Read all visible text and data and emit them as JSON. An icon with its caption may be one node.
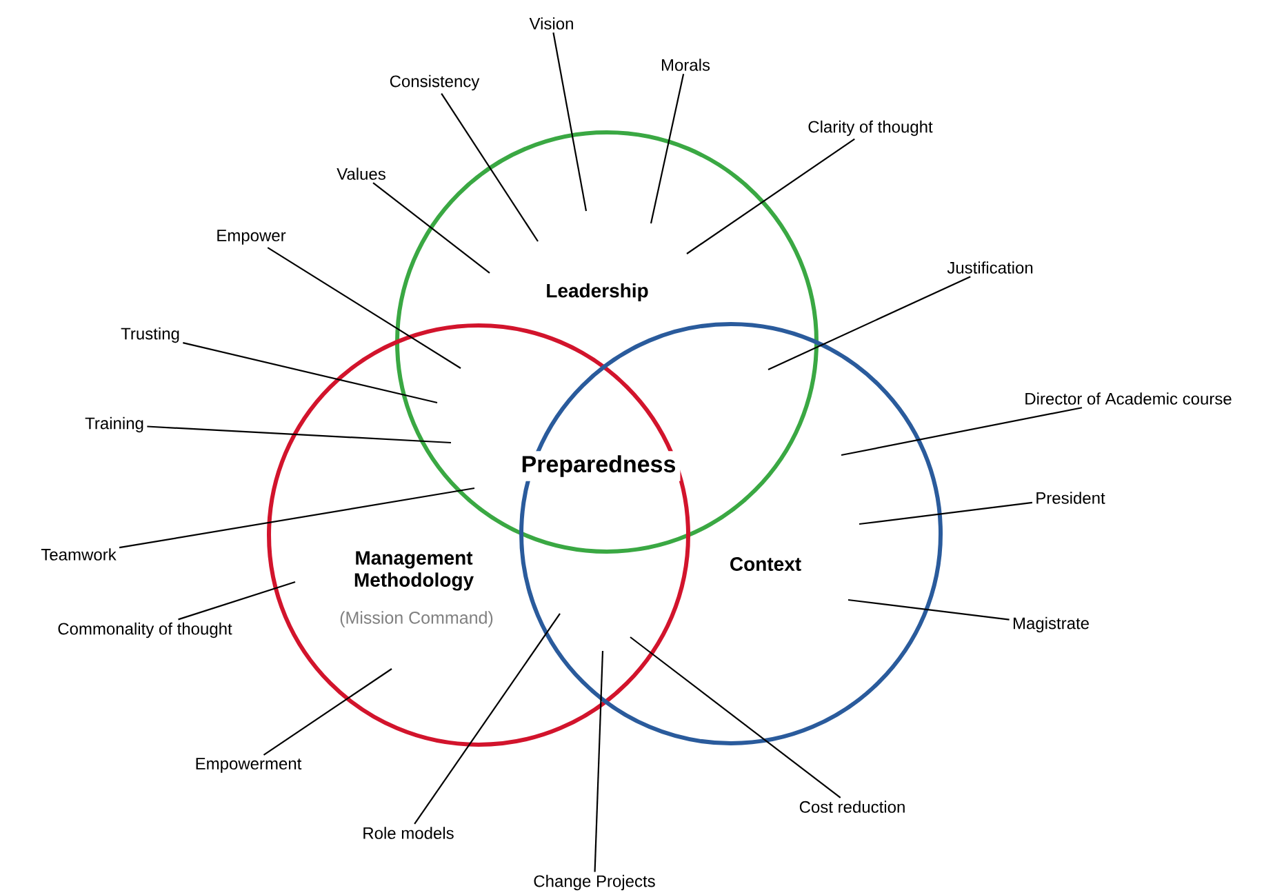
{
  "diagram": {
    "nodes": [
      {
        "text": [
          "Leadership"
        ]
      },
      {
        "text": [
          "Management Methodology",
          "(Mission Command)"
        ]
      },
      {
        "text": [
          "Context"
        ]
      },
      {
        "text": [
          "Vision"
        ]
      },
      {
        "text": [
          "Morals"
        ]
      },
      {
        "text": [
          "Consistency"
        ]
      },
      {
        "text": [
          "Clarity of thought"
        ]
      },
      {
        "text": [
          "Values"
        ]
      },
      {
        "text": [
          "Empower"
        ]
      },
      {
        "text": [
          "Justification"
        ]
      },
      {
        "text": [
          "Trusting"
        ]
      },
      {
        "text": [
          "Training"
        ]
      },
      {
        "text": [
          "Director of Academic course"
        ]
      },
      {
        "text": [
          "President"
        ]
      },
      {
        "text": [
          "Teamwork"
        ]
      },
      {
        "text": [
          "Magistrate"
        ]
      },
      {
        "text": [
          "Commonality of thought"
        ]
      },
      {
        "text": [
          "Empowerment"
        ]
      },
      {
        "text": [
          "Cost reduction"
        ]
      },
      {
        "text": [
          "Role models"
        ]
      },
      {
        "text": [
          "Change Projects"
        ]
      }
    ],
    "edges": [
      {
        "from": 3,
        "to": 0,
        "arrow": "none"
      },
      {
        "from": 4,
        "to": 0,
        "arrow": "none"
      },
      {
        "from": 5,
        "to": 0,
        "arrow": "none"
      },
      {
        "from": 6,
        "to": 0,
        "arrow": "none"
      },
      {
        "from": 7,
        "to": 0,
        "arrow": "none"
      },
      {
        "from": 8,
        "to": 0,
        "arrow": "none"
      },
      {
        "from": 9,
        "to": 0,
        "arrow": "none"
      },
      {
        "from": 10,
        "to": 0,
        "arrow": "none"
      },
      {
        "from": 11,
        "to": 0,
        "arrow": "none"
      },
      {
        "from": 12,
        "to": 2,
        "arrow": "none"
      },
      {
        "from": 13,
        "to": 2,
        "arrow": "none"
      },
      {
        "from": 14,
        "to": 1,
        "arrow": "none"
      },
      {
        "from": 15,
        "to": 2,
        "arrow": "none"
      },
      {
        "from": 16,
        "to": 1,
        "arrow": "none"
      },
      {
        "from": 17,
        "to": 1,
        "arrow": "none"
      },
      {
        "from": 18,
        "to": 2,
        "arrow": "none"
      },
      {
        "from": 19,
        "to": 1,
        "arrow": "none"
      },
      {
        "from": 20,
        "to": 2,
        "arrow": "none"
      }
    ],
    "labels": [
      "Preparedness"
    ]
  }
}
